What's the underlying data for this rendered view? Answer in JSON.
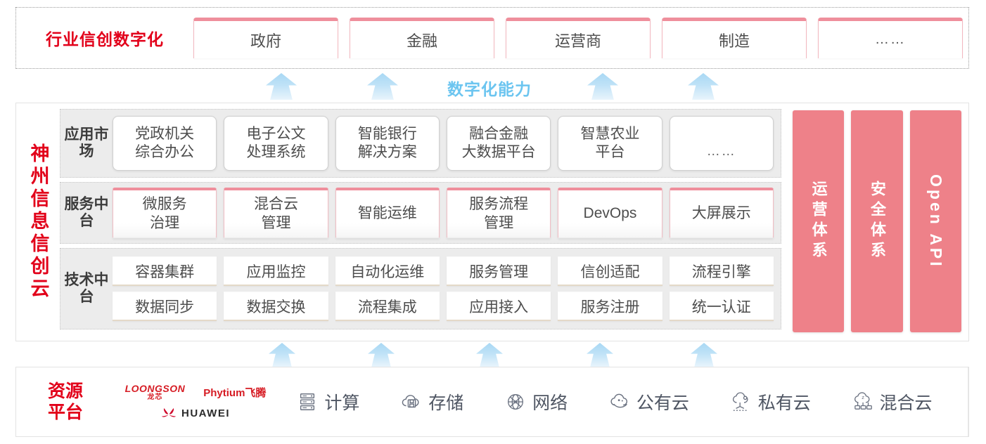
{
  "industry": {
    "title": "行业信创数字化",
    "boxes": [
      {
        "label": "政府",
        "kind": "text"
      },
      {
        "label": "金融",
        "kind": "text"
      },
      {
        "label": "运营商",
        "kind": "text"
      },
      {
        "label": "制造",
        "kind": "text"
      },
      {
        "label": "……",
        "kind": "dots"
      }
    ]
  },
  "capability": {
    "label": "数字化能力",
    "color": "#6cc5f0",
    "top_arrow_count": 4,
    "bottom_arrow_count": 5
  },
  "cloud": {
    "title": "神州信息信创云",
    "title_color": "#e2001a",
    "layers": [
      {
        "name": "应用市场",
        "cards": [
          "党政机关\n综合办公",
          "电子公文\n处理系统",
          "智能银行\n解决方案",
          "融合金融\n大数据平台",
          "智慧农业\n平台",
          "……"
        ]
      },
      {
        "name": "服务中台",
        "cards": [
          "微服务\n治理",
          "混合云\n管理",
          "智能运维",
          "服务流程\n管理",
          "DevOps",
          "大屏展示"
        ]
      },
      {
        "name": "技术中台",
        "rows": [
          [
            "容器集群",
            "应用监控",
            "自动化运维",
            "服务管理",
            "信创适配",
            "流程引擎"
          ],
          [
            "数据同步",
            "数据交换",
            "流程集成",
            "应用接入",
            "服务注册",
            "统一认证"
          ]
        ]
      }
    ],
    "pillars": [
      {
        "label": "运营体系",
        "latin": false
      },
      {
        "label": "安全体系",
        "latin": false
      },
      {
        "label": "Open API",
        "latin": true
      }
    ],
    "pillar_color": "#ee8189"
  },
  "resource": {
    "title": "资源\n平台",
    "title_color": "#e2001a",
    "vendors": [
      {
        "name": "LOONGSON",
        "sub": "龙芯",
        "icon": "loongson-logo"
      },
      {
        "name": "Phytium飞腾",
        "sub": "",
        "icon": "phytium-logo"
      },
      {
        "name": "HUAWEI",
        "sub": "",
        "icon": "huawei-logo"
      }
    ],
    "items": [
      {
        "label": "计算",
        "icon": "server-rack-icon"
      },
      {
        "label": "存储",
        "icon": "cloud-storage-icon"
      },
      {
        "label": "网络",
        "icon": "network-globe-icon"
      },
      {
        "label": "公有云",
        "icon": "public-cloud-icon"
      },
      {
        "label": "私有云",
        "icon": "private-cloud-icon"
      },
      {
        "label": "混合云",
        "icon": "hybrid-cloud-icon"
      }
    ]
  }
}
